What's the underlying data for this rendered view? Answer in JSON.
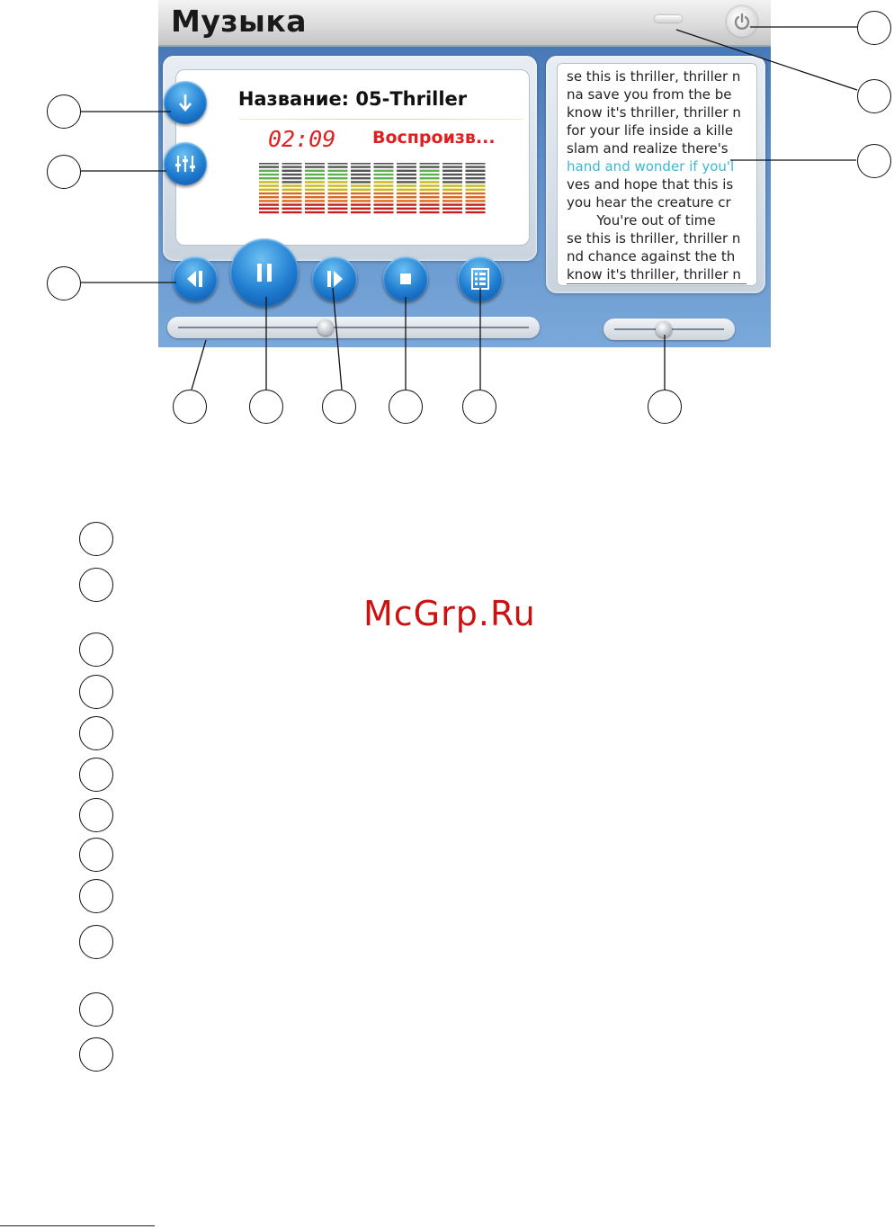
{
  "app": {
    "title": "Музыка"
  },
  "window_controls": {
    "minimize_icon": "minimize-icon",
    "power_icon": "power-icon"
  },
  "now_playing": {
    "track_name": "Название: 05-Thriller",
    "elapsed_time": "02:09",
    "status": "Воспроизв..."
  },
  "equalizer": {
    "colors": [
      "#c82020",
      "#d86a20",
      "#c8b820",
      "#5fb050",
      "#3aa6c8",
      "#555555"
    ],
    "bar_levels": [
      0.86,
      0.57,
      0.86,
      0.86,
      0.57,
      0.86,
      0.57,
      0.86,
      0.57,
      0.57
    ]
  },
  "lyrics": {
    "lines": [
      "se this is thriller, thriller n",
      "na save you from the be",
      "know it's thriller, thriller n",
      "for your life inside a kille",
      "slam and realize there's",
      "hand and wonder if you'l",
      "ves and hope that this is",
      "you hear the creature cr",
      "You're out of time",
      "se this is thriller, thriller n",
      "nd chance against the th",
      "know it's thriller, thriller n"
    ],
    "active_line": 5,
    "centered_line": 8,
    "active_color": "#3bb8d6"
  },
  "controls": {
    "download_icon": "download-icon",
    "equalizer_icon": "equalizer-icon",
    "previous_icon": "previous-icon",
    "pause_icon": "pause-icon",
    "next_icon": "next-icon",
    "stop_icon": "stop-icon",
    "playlist_icon": "playlist-icon"
  },
  "progress": {
    "position": 0.42
  },
  "volume": {
    "level": 0.45
  },
  "watermark": "McGrp.Ru",
  "accent_color": "#1f7cd0",
  "background_color": "#5d8dc8"
}
